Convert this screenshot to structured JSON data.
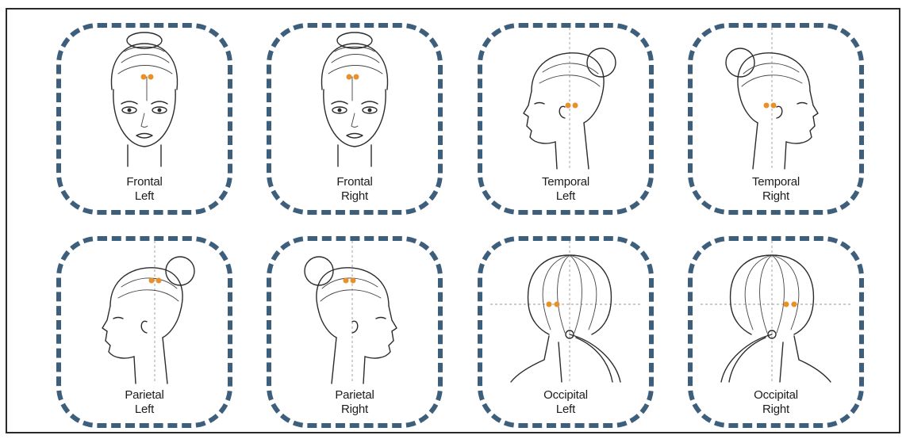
{
  "accent_color": "#3e5f7c",
  "dot_color": "#e8902a",
  "panels": [
    {
      "line1": "Frontal",
      "line2": "Left",
      "view": "front-face",
      "dots_side": "left"
    },
    {
      "line1": "Frontal",
      "line2": "Right",
      "view": "front-face",
      "dots_side": "right"
    },
    {
      "line1": "Temporal",
      "line2": "Left",
      "view": "profile-left-face",
      "dots_side": "left"
    },
    {
      "line1": "Temporal",
      "line2": "Right",
      "view": "profile-right-face",
      "dots_side": "right"
    },
    {
      "line1": "Parietal",
      "line2": "Left",
      "view": "profile-left-face",
      "dots_side": "left"
    },
    {
      "line1": "Parietal",
      "line2": "Right",
      "view": "profile-right-face",
      "dots_side": "right"
    },
    {
      "line1": "Occipital",
      "line2": "Left",
      "view": "back-head",
      "dots_side": "left"
    },
    {
      "line1": "Occipital",
      "line2": "Right",
      "view": "back-head",
      "dots_side": "right"
    }
  ]
}
